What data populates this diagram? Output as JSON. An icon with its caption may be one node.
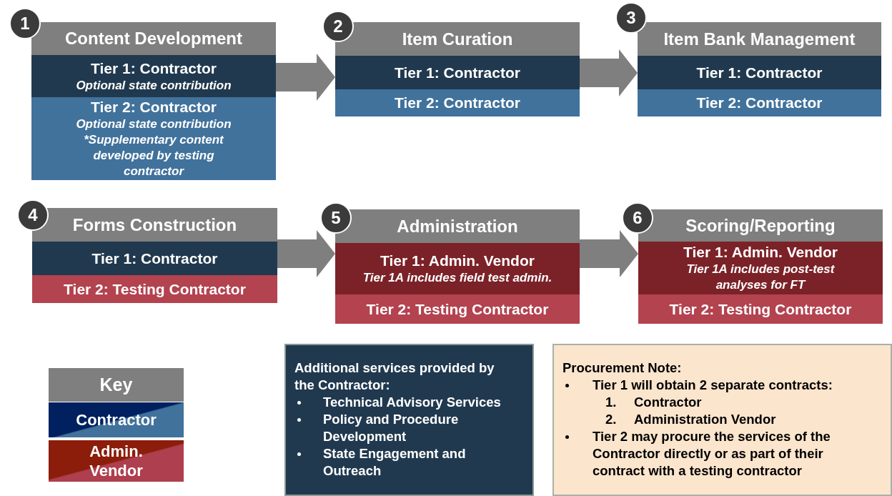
{
  "diagram": {
    "nodes": [
      {
        "text": [
          "1"
        ]
      },
      {
        "text": [
          "Content Development"
        ]
      },
      {
        "text": [
          "Tier 1: Contractor",
          "Optional state contribution"
        ],
        "in": 1
      },
      {
        "text": [
          "Tier 2: Contractor",
          "Optional state contribution",
          "*Supplementary content developed by testing contractor"
        ],
        "in": 1
      },
      {
        "text": [
          "2"
        ]
      },
      {
        "text": [
          "Item Curation"
        ]
      },
      {
        "text": [
          "Tier 1: Contractor"
        ],
        "in": 5
      },
      {
        "text": [
          "Tier 2: Contractor"
        ],
        "in": 5
      },
      {
        "text": [
          "3"
        ]
      },
      {
        "text": [
          "Item Bank Management"
        ]
      },
      {
        "text": [
          "Tier 1: Contractor"
        ],
        "in": 9
      },
      {
        "text": [
          "Tier 2: Contractor"
        ],
        "in": 9
      },
      {
        "text": [
          "4"
        ]
      },
      {
        "text": [
          "Forms Construction"
        ]
      },
      {
        "text": [
          "Tier 1: Contractor"
        ],
        "in": 13
      },
      {
        "text": [
          "Tier 2: Testing Contractor"
        ],
        "in": 13
      },
      {
        "text": [
          "5"
        ]
      },
      {
        "text": [
          "Administration"
        ]
      },
      {
        "text": [
          "Tier 1: Admin. Vendor",
          "Tier 1A includes field test admin."
        ],
        "in": 17
      },
      {
        "text": [
          "Tier 2: Testing Contractor"
        ],
        "in": 17
      },
      {
        "text": [
          "6"
        ]
      },
      {
        "text": [
          "Scoring/Reporting"
        ]
      },
      {
        "text": [
          "Tier 1: Admin. Vendor",
          "Tier 1A includes post-test analyses for FT"
        ],
        "in": 21
      },
      {
        "text": [
          "Tier 2: Testing Contractor"
        ],
        "in": 21
      },
      {
        "text": [
          "Additional services provided by the Contractor:",
          "Technical Advisory Services",
          "Policy and Procedure Development",
          "State Engagement and Outreach"
        ]
      },
      {
        "text": [
          "Procurement Note:",
          "Tier 1 will obtain 2 separate contracts:",
          "1.",
          "Contractor",
          "2.",
          "Administration Vendor",
          "Tier 2 may procure the services of the Contractor directly or as part of their contract with a testing contractor"
        ]
      }
    ],
    "edges": [
      {
        "from": 1,
        "to": 5,
        "arrow": "to"
      },
      {
        "from": 5,
        "to": 9,
        "arrow": "to"
      },
      {
        "from": 13,
        "to": 17,
        "arrow": "to"
      },
      {
        "from": 17,
        "to": 21,
        "arrow": "to"
      }
    ],
    "labels": [
      "Key"
    ],
    "legend": [
      {
        "text": "Contractor",
        "color": "#002060"
      },
      {
        "text": "Admin. Vendor",
        "color": "#8b1d0a"
      }
    ]
  }
}
